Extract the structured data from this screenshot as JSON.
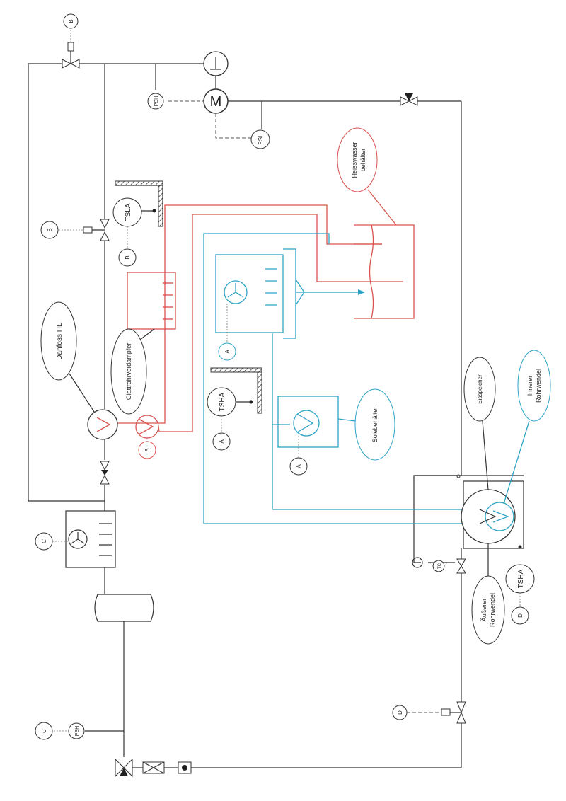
{
  "instruments": {
    "psh_top": "PSH",
    "psl": "PSL",
    "tsla": "TSLA",
    "tsha_mid": "TSHA",
    "tsha_right": "TSHA",
    "psh_bottom": "PSH",
    "tc": "TC"
  },
  "refs": {
    "b_top": "B",
    "b_valve": "B",
    "b_tsla": "B",
    "b_pump": "B",
    "a_fan": "A",
    "a_tsha": "A",
    "a_pump": "A",
    "c_fan": "C",
    "c_psh": "C",
    "d_tsha": "D",
    "d_valve": "D"
  },
  "motor_symbol": "M",
  "callouts": {
    "danfoss": "Danfoss HE",
    "glattrohr": "Glattrohrverdampfer",
    "heisswasser_1": "Heisswasser",
    "heisswasser_2": "behälter",
    "sole": "Solebehälter",
    "eisspeicher": "Eisspeicher",
    "innerer_1": "Innerer",
    "innerer_2": "Rohrwendel",
    "aeusserer_1": "Äußerer",
    "aeusserer_2": "Rohrwendel"
  },
  "colors": {
    "refrigerant": "#333333",
    "hot_water": "#d9534f",
    "brine": "#2ea3c7"
  }
}
